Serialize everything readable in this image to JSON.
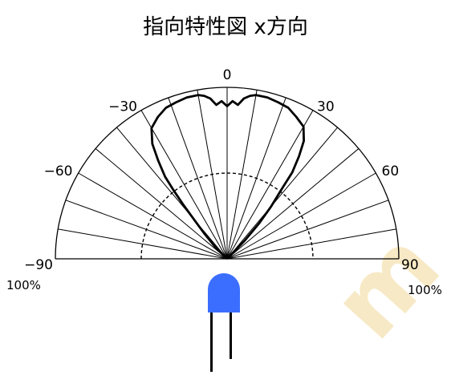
{
  "chart_data": {
    "type": "polar",
    "title": "指向特性図 x方向",
    "angle_unit": "deg",
    "angle_range": [
      -90,
      90
    ],
    "angle_ticks": [
      {
        "angle": 0,
        "label": "0"
      },
      {
        "angle": -30,
        "label": "−30"
      },
      {
        "angle": 30,
        "label": "30"
      },
      {
        "angle": -60,
        "label": "−60"
      },
      {
        "angle": 60,
        "label": "60"
      },
      {
        "angle": -90,
        "label": "−90"
      },
      {
        "angle": 90,
        "label": "90"
      }
    ],
    "radial_labels": {
      "left": "100%",
      "right": "100%"
    },
    "radial_range": [
      0,
      100
    ],
    "reference_circle": 50,
    "grid_step_deg": 10,
    "series": [
      {
        "style": "solid",
        "points": [
          [
            -48,
            0
          ],
          [
            -45,
            10
          ],
          [
            -42,
            20
          ],
          [
            -40,
            30
          ],
          [
            -39,
            40
          ],
          [
            -38,
            50
          ],
          [
            -37,
            60
          ],
          [
            -35,
            70
          ],
          [
            -33,
            80
          ],
          [
            -30,
            88
          ],
          [
            -26,
            92
          ],
          [
            -22,
            95
          ],
          [
            -18,
            96
          ],
          [
            -14,
            97
          ],
          [
            -10,
            97
          ],
          [
            -8,
            96
          ],
          [
            -6,
            94
          ],
          [
            -4,
            90
          ],
          [
            -2,
            92
          ],
          [
            0,
            89
          ],
          [
            2,
            92
          ],
          [
            4,
            90
          ],
          [
            6,
            94
          ],
          [
            8,
            96
          ],
          [
            10,
            97
          ],
          [
            14,
            97
          ],
          [
            18,
            96
          ],
          [
            22,
            95
          ],
          [
            26,
            92
          ],
          [
            30,
            89
          ],
          [
            33,
            82
          ],
          [
            35,
            73
          ],
          [
            37,
            63
          ],
          [
            38,
            52
          ],
          [
            40,
            40
          ],
          [
            42,
            28
          ],
          [
            44,
            15
          ],
          [
            47,
            0
          ]
        ]
      }
    ],
    "colors": {
      "led": "#3b6eff",
      "line": "#000000"
    }
  },
  "watermark": "m"
}
